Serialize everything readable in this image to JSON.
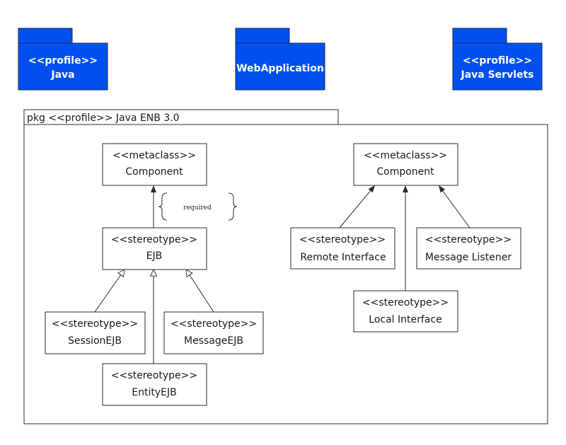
{
  "colors": {
    "package_fill": "#0050f0",
    "package_stroke": "#1f2a44",
    "line": "#2b2b2b",
    "background": "#ffffff"
  },
  "packages": [
    {
      "line1": "<<profile>>",
      "line2": "Java"
    },
    {
      "line1": "",
      "line2": "WebApplication"
    },
    {
      "line1": "<<profile>>",
      "line2": "Java Servlets"
    }
  ],
  "frame": {
    "title": "pkg <<profile>> Java ENB 3.0"
  },
  "classes": {
    "component_left": {
      "stereotype": "<<metaclass>>",
      "name": "Component"
    },
    "ejb": {
      "stereotype": "<<stereotype>>",
      "name": "EJB"
    },
    "session_ejb": {
      "stereotype": "<<stereotype>>",
      "name": "SessionEJB"
    },
    "message_ejb": {
      "stereotype": "<<stereotype>>",
      "name": "MessageEJB"
    },
    "entity_ejb": {
      "stereotype": "<<stereotype>>",
      "name": "EntityEJB"
    },
    "component_right": {
      "stereotype": "<<metaclass>>",
      "name": "Component"
    },
    "remote_interface": {
      "stereotype": "<<stereotype>>",
      "name": "Remote Interface"
    },
    "message_listener": {
      "stereotype": "<<stereotype>>",
      "name": "Message Listener"
    },
    "local_interface": {
      "stereotype": "<<stereotype>>",
      "name": "Local Interface"
    }
  },
  "constraint_note": "required"
}
